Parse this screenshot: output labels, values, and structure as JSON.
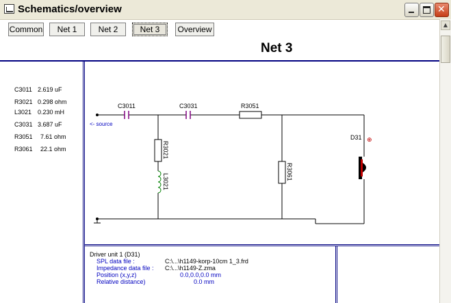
{
  "window": {
    "title": "Schematics/overview"
  },
  "buttons": [
    "Common",
    "Net 1",
    "Net 2",
    "Net 3",
    "Overview"
  ],
  "heading": "Net 3",
  "components_list": [
    {
      "name": "C3011",
      "value": "2.619 uF"
    },
    {
      "name": "R3021",
      "value": "0.298 ohm"
    },
    {
      "name": "L3021",
      "value": "0.230 mH"
    },
    {
      "name": "C3031",
      "value": "3.687 uF"
    },
    {
      "name": "R3051",
      "value": "7.61 ohm"
    },
    {
      "name": "R3061",
      "value": "22.1 ohm"
    }
  ],
  "schematic": {
    "labels": {
      "c3011": "C3011",
      "c3031": "C3031",
      "r3051": "R3051",
      "r3021": "R3021",
      "l3021": "L3021",
      "r3061": "R3061",
      "d31": "D31",
      "source": "<- source",
      "plus": "⊕"
    }
  },
  "driver": {
    "title": "Driver unit 1 (D31)",
    "rows": [
      {
        "label": "SPL data file :",
        "value": "C:\\...\\h1149-korp-10cm 1_3.frd"
      },
      {
        "label": "Impedance data file :",
        "value": "C:\\...\\h1149-Z.zma"
      },
      {
        "label": "Position (x,y,z)",
        "value": "0.0,0.0,0.0 mm"
      },
      {
        "label": "Relative distance)",
        "value": "0.0 mm"
      }
    ]
  },
  "colors": {
    "divider": "#000080",
    "blue_text": "#0000c0",
    "capacitor": "#800080",
    "inductor": "#008000"
  }
}
